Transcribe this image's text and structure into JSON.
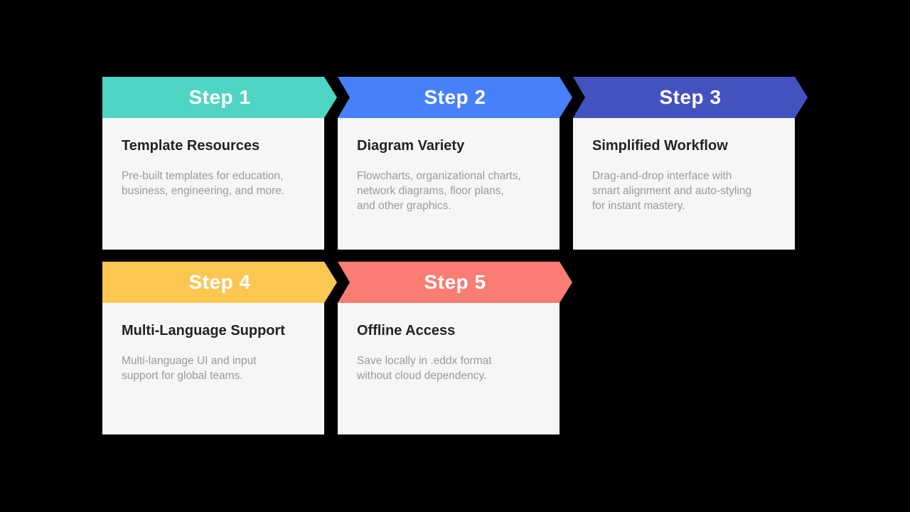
{
  "page": {
    "background": "#000000",
    "card_background": "#f6f6f7",
    "title_color": "#232326",
    "description_color": "#9a9a9a",
    "step_label_color": "#ffffff"
  },
  "steps": [
    {
      "label": "Step 1",
      "title": "Template Resources",
      "desc": "Pre-built templates for education,\nbusiness, engineering, and more.",
      "color": "#4fd5c4"
    },
    {
      "label": "Step 2",
      "title": "Diagram Variety",
      "desc": "Flowcharts, organizational charts,\nnetwork diagrams, floor plans,\nand other graphics.",
      "color": "#4880fa"
    },
    {
      "label": "Step 3",
      "title": "Simplified Workflow",
      "desc": "Drag-and-drop interface with\nsmart alignment and auto-styling\nfor instant mastery.",
      "color": "#4452c1"
    },
    {
      "label": "Step 4",
      "title": "Multi-Language Support",
      "desc": "Multi-language UI and input\nsupport for global teams.",
      "color": "#fcc751"
    },
    {
      "label": "Step 5",
      "title": "Offline Access",
      "desc": "Save locally in .eddx format\nwithout cloud dependency.",
      "color": "#fa7d73"
    }
  ]
}
